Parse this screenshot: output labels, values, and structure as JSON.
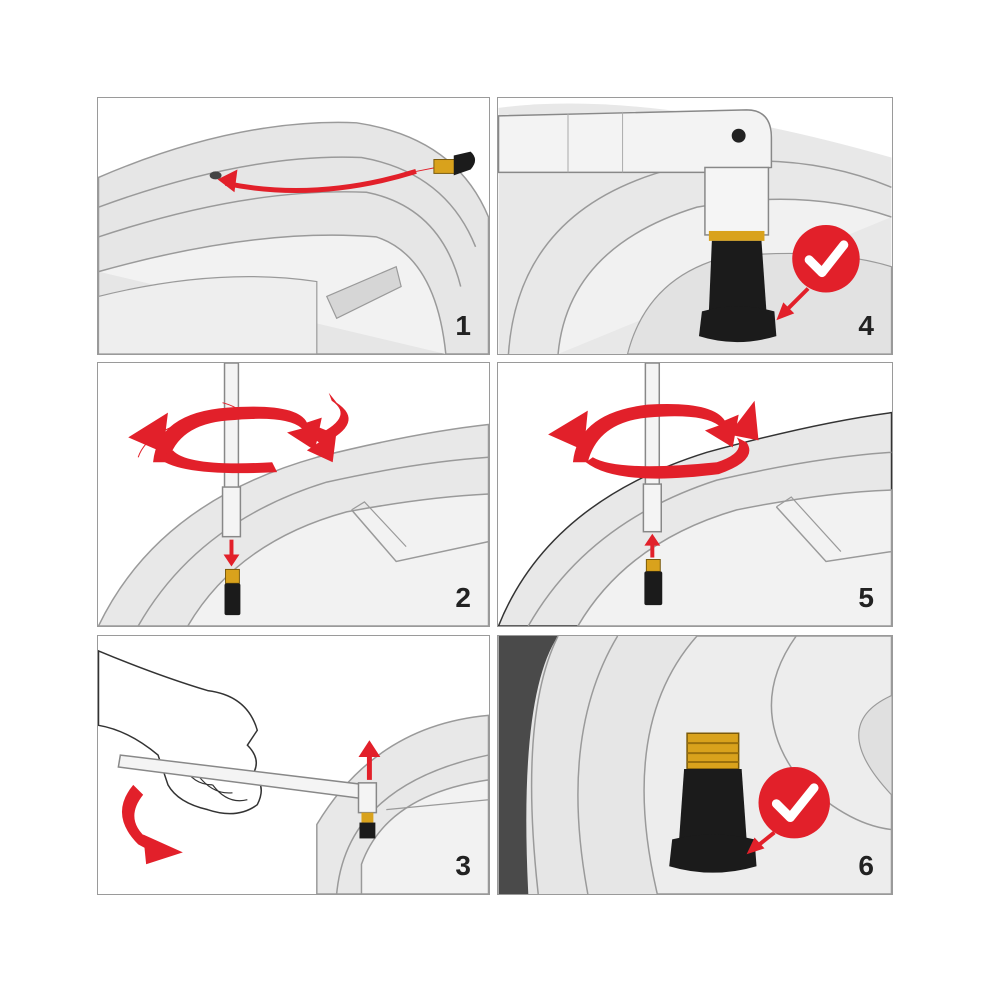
{
  "steps": [
    {
      "number": "1"
    },
    {
      "number": "2"
    },
    {
      "number": "3"
    },
    {
      "number": "4"
    },
    {
      "number": "5"
    },
    {
      "number": "6"
    }
  ],
  "colors": {
    "accent_red": "#e2202a",
    "valve_black": "#1b1b1b",
    "brass": "#d9a21c",
    "rim_gray": "#e4e4e4",
    "line_gray": "#9a9a9a"
  },
  "icons": [
    "valve-stem-icon",
    "rotate-arrow-icon",
    "check-badge-icon",
    "hand-icon",
    "tool-icon"
  ]
}
